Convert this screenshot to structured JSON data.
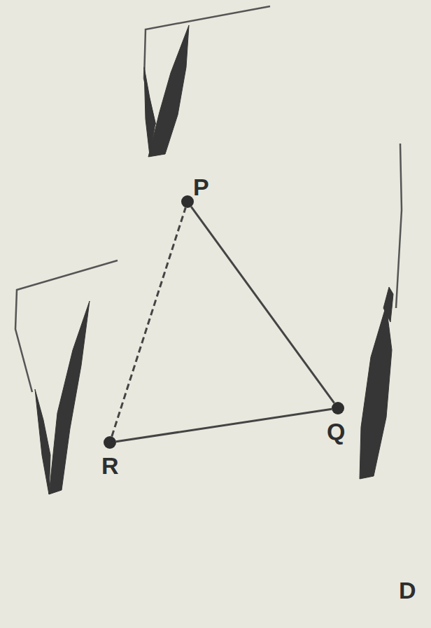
{
  "diagram": {
    "nodes": [
      {
        "text": [
          "P"
        ]
      },
      {
        "text": [
          "Q"
        ]
      },
      {
        "text": [
          "R"
        ]
      }
    ],
    "edges": [
      {
        "from": 0,
        "to": 1,
        "arrow": "none"
      },
      {
        "from": 1,
        "to": 2,
        "arrow": "none"
      },
      {
        "from": 2,
        "to": 0,
        "arrow": "none"
      }
    ],
    "labels": [
      "D"
    ]
  }
}
